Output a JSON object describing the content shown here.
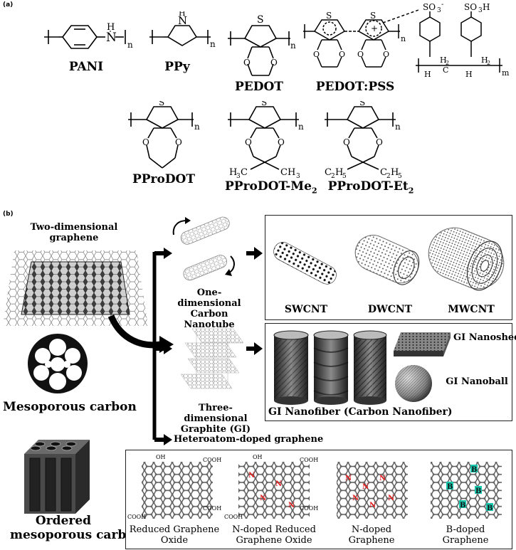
{
  "panel_a": {
    "label": "(a)",
    "polymers": [
      {
        "id": "pani",
        "name": "PANI"
      },
      {
        "id": "ppy",
        "name": "PPy"
      },
      {
        "id": "pedot",
        "name": "PEDOT"
      },
      {
        "id": "pedot_pss",
        "name": "PEDOT:PSS"
      },
      {
        "id": "prodot",
        "name": "PProDOT"
      },
      {
        "id": "prodot_me2",
        "name": "PProDOT-Me",
        "sub": "2"
      },
      {
        "id": "prodot_et2",
        "name": "PProDOT-Et",
        "sub": "2"
      }
    ],
    "atoms": {
      "n_sub": "n",
      "m_sub": "m",
      "nh": "N",
      "h": "H",
      "s": "S",
      "o": "O",
      "so3": "SO",
      "so3_sub": "3",
      "so3_sup": "-",
      "so3h": "SO",
      "so3h_sub": "3",
      "so3h_h": "H",
      "h2": "H",
      "h2_sub": "2",
      "c": "C",
      "plus": "+",
      "h3c": "H",
      "h3c_sub": "3",
      "h3c_c": "C",
      "ch3": "CH",
      "ch3_sub": "3",
      "c2h5": "C",
      "c2h5_sub1": "2",
      "c2h5_h": "H",
      "c2h5_sub2": "5"
    }
  },
  "panel_b": {
    "label": "(b)",
    "graphene_title_line1": "Two-dimensional",
    "graphene_title_line2": "graphene",
    "mesoporous": "Mesoporous carbon",
    "ordered_line1": "Ordered",
    "ordered_line2": "mesoporous carbon",
    "cnt_line1": "One-dimensional",
    "cnt_line2": "Carbon Nanotube",
    "graphite_line1": "Three-dimensional",
    "graphite_line2": "Graphite (GI)",
    "heteroatom": "Heteroatom-doped graphene",
    "cnt_types": [
      "SWCNT",
      "DWCNT",
      "MWCNT"
    ],
    "gi_nanosheet": "GI Nanosheet",
    "gi_nanoball": "GI Nanoball",
    "gi_nanofiber": "GI Nanofiber (Carbon Nanofiber)",
    "doped": [
      {
        "line1": "Reduced Graphene",
        "line2": "Oxide"
      },
      {
        "line1": "N-doped Reduced",
        "line2": "Graphene Oxide"
      },
      {
        "line1": "N-doped",
        "line2": "Graphene"
      },
      {
        "line1": "B-doped",
        "line2": "Graphene"
      }
    ],
    "doped_atoms": {
      "oh": "OH",
      "cooh": "COOH",
      "n": "N",
      "b": "B"
    },
    "colors": {
      "nitrogen": "#e02020",
      "boron": "#19c9b0",
      "sheet_dark": "#4a4a4a",
      "cylinder": "#3c3c3c"
    }
  }
}
